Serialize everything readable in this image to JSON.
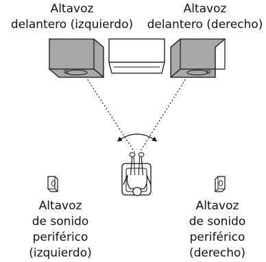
{
  "labels": {
    "front_left": [
      "Altavoz",
      "delantero (izquierdo)"
    ],
    "front_right": [
      "Altavoz",
      "delantero (derecho)"
    ],
    "surround_left": [
      "Altavoz",
      "de sonido",
      "periférico",
      "(izquierdo)"
    ],
    "surround_right": [
      "Altavoz",
      "de sonido",
      "periférico",
      "(derecho)"
    ]
  },
  "colors": {
    "speaker_fill": "#a8a8a8",
    "line": "#111111",
    "background": "#ffffff"
  },
  "icons": {
    "front_left": "speaker-front-icon",
    "center": "center-speaker-icon",
    "front_right": "speaker-front-icon",
    "listener": "listener-icon",
    "surround_left": "speaker-small-icon",
    "surround_right": "speaker-small-icon"
  }
}
